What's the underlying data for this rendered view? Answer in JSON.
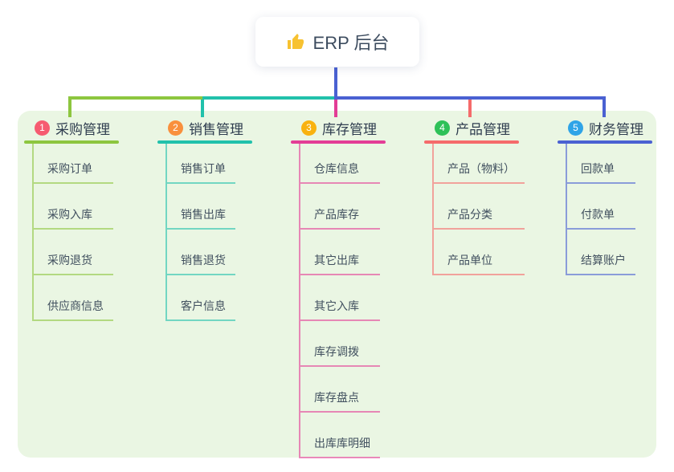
{
  "root": {
    "icon": "thumbs-up",
    "title": "ERP 后台"
  },
  "colors": {
    "background": "#ffffff",
    "panel": "#eaf6e3",
    "root_text": "#3d4c5f",
    "branch_title_text": "#2f3d4f",
    "child_text": "#41505f",
    "root_connector": "#4a61d2",
    "thumb_icon": "#f7c231"
  },
  "branches": [
    {
      "number": "1",
      "title": "采购管理",
      "badge_color": "#f65b70",
      "line_color": "#8dc63f",
      "children": [
        "采购订单",
        "采购入库",
        "采购退货",
        "供应商信息"
      ]
    },
    {
      "number": "2",
      "title": "销售管理",
      "badge_color": "#f9903d",
      "line_color": "#21c1ab",
      "children": [
        "销售订单",
        "销售出库",
        "销售退货",
        "客户信息"
      ]
    },
    {
      "number": "3",
      "title": "库存管理",
      "badge_color": "#f9b20f",
      "line_color": "#e33d96",
      "children": [
        "仓库信息",
        "产品库存",
        "其它出库",
        "其它入库",
        "库存调拨",
        "库存盘点",
        "出库库明细"
      ]
    },
    {
      "number": "4",
      "title": "产品管理",
      "badge_color": "#2ec158",
      "line_color": "#f56b6b",
      "children": [
        "产品（物料）",
        "产品分类",
        "产品单位"
      ]
    },
    {
      "number": "5",
      "title": "财务管理",
      "badge_color": "#2fa4e7",
      "line_color": "#4a61d2",
      "children": [
        "回款单",
        "付款单",
        "结算账户"
      ]
    }
  ]
}
